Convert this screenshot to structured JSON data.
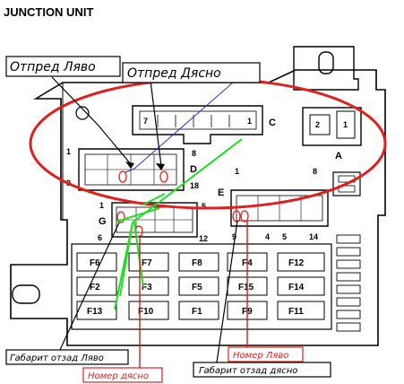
{
  "title": "JUNCTION UNIT",
  "callouts": {
    "front_left": "Отпред Ляво",
    "front_right": "Отпред Дясно",
    "rear_left": "Габарит отзад Ляво",
    "plate_right": "Номер дясно",
    "plate_left": "Номер Ляво",
    "rear_right": "Габарит отзад дясно"
  },
  "connectors": {
    "c_label": "C",
    "c_pin_left": "7",
    "c_pin_right": "1",
    "a_label": "A",
    "a_pin_left": "2",
    "a_pin_right": "1",
    "d_label": "D",
    "d_pin_tl": "1",
    "d_pin_bl": "9",
    "d_pin_tr": "8",
    "d_pin_br": "18",
    "e_label": "E",
    "e_pin_1": "1",
    "e_pin_8": "8",
    "e_pin_9": "9",
    "e_pin_4": "4",
    "e_pin_5": "5",
    "e_pin_14": "14",
    "g_label": "G",
    "g_pin_1": "1",
    "g_pin_6": "6",
    "g_pin_5": "5",
    "g_pin_12": "12"
  },
  "fuses": {
    "r1": [
      "F6",
      "F7",
      "F8",
      "F4",
      "F12"
    ],
    "r2": [
      "F2",
      "F3",
      "F5",
      "F15",
      "F14"
    ],
    "r3": [
      "F13",
      "F10",
      "F1",
      "F9",
      "F11"
    ]
  },
  "colors": {
    "highlight": "#e02020",
    "wire_green": "#22dd22",
    "wire_blue": "#2233cc"
  }
}
